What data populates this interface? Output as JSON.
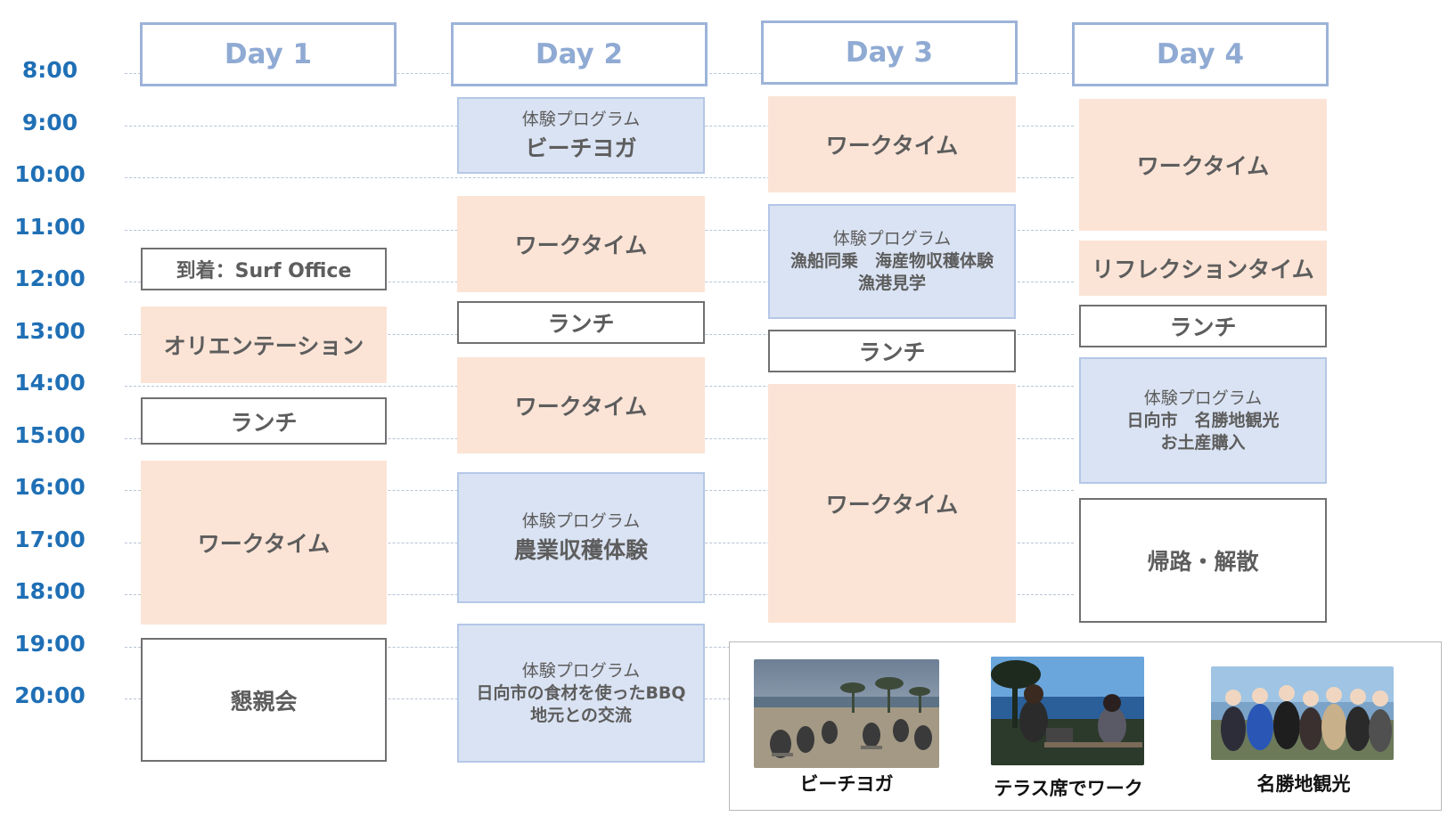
{
  "times": [
    "8:00",
    "9:00",
    "10:00",
    "11:00",
    "12:00",
    "13:00",
    "14:00",
    "15:00",
    "16:00",
    "17:00",
    "18:00",
    "19:00",
    "20:00"
  ],
  "days": [
    "Day 1",
    "Day 2",
    "Day 3",
    "Day 4"
  ],
  "day1": {
    "arrival": "到着：Surf Office",
    "orientation": "オリエンテーション",
    "lunch": "ランチ",
    "work": "ワークタイム",
    "party": "懇親会"
  },
  "day2": {
    "yoga_sub": "体験プログラム",
    "yoga_title": "ビーチヨガ",
    "work1": "ワークタイム",
    "lunch": "ランチ",
    "work2": "ワークタイム",
    "farm_sub": "体験プログラム",
    "farm_title": "農業収穫体験",
    "bbq_sub": "体験プログラム",
    "bbq_line1": "日向市の食材を使ったBBQ",
    "bbq_line2": "地元との交流"
  },
  "day3": {
    "work1": "ワークタイム",
    "fish_sub": "体験プログラム",
    "fish_line1": "漁船同乗　海産物収穫体験",
    "fish_line2": "漁港見学",
    "lunch": "ランチ",
    "work2": "ワークタイム"
  },
  "day4": {
    "work": "ワークタイム",
    "reflection": "リフレクションタイム",
    "lunch": "ランチ",
    "tour_sub": "体験プログラム",
    "tour_line1": "日向市　名勝地観光",
    "tour_line2": "お土産購入",
    "home": "帰路・解散"
  },
  "photos": [
    {
      "caption": "ビーチヨガ",
      "icon": "beach-yoga-photo"
    },
    {
      "caption": "テラス席でワーク",
      "icon": "terrace-work-photo"
    },
    {
      "caption": "名勝地観光",
      "icon": "sightseeing-group-photo"
    }
  ],
  "colors": {
    "time_blue": "#1f6fb5",
    "header_blue": "#8faad3",
    "work_orange": "#fbe4d6",
    "program_blue": "#dae3f3"
  }
}
